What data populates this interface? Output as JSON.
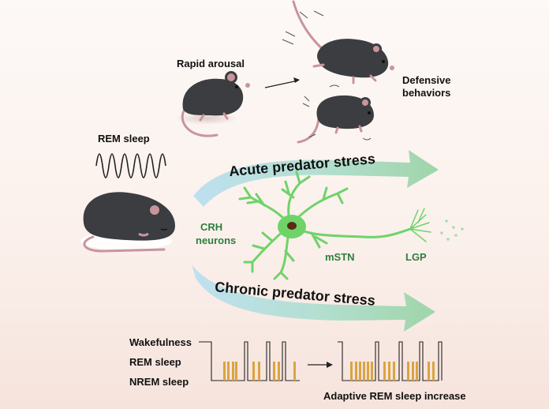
{
  "labels": {
    "rapid_arousal": "Rapid arousal",
    "defensive": "Defensive",
    "behaviors": "behaviors",
    "rem_sleep_title": "REM sleep",
    "acute": "Acute predator stress",
    "chronic": "Chronic predator stress",
    "crh": "CRH",
    "neurons": "neurons",
    "mstn": "mSTN",
    "lgp": "LGP",
    "trace_wake": "Wakefulness",
    "trace_rem": "REM sleep",
    "trace_nrem": "NREM sleep",
    "adaptive": "Adaptive REM sleep increase"
  },
  "colors": {
    "mouse_body": "#3b3d40",
    "neuron_green": "#6fd36a",
    "arrow_blue": "#b7dcea",
    "arrow_green": "#a7d9b0",
    "rem_bar": "#d9a441"
  }
}
